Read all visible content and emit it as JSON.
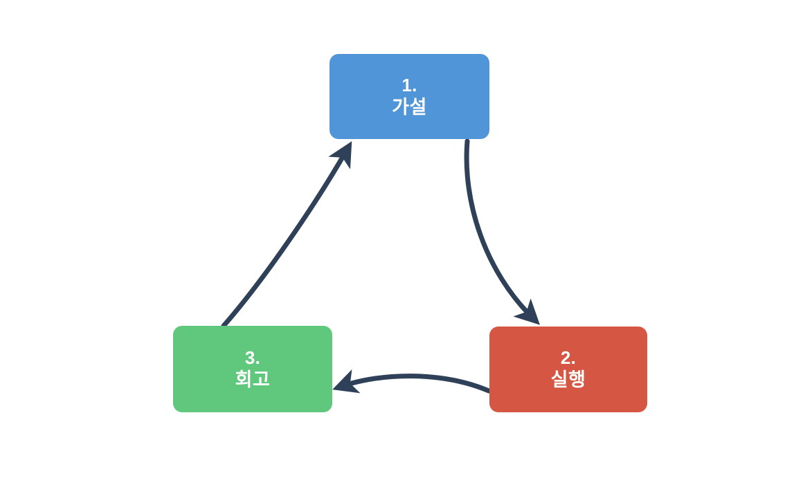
{
  "diagram": {
    "type": "cycle-flow",
    "background_color": "#ffffff",
    "arrow_color": "#2e4158",
    "nodes": [
      {
        "id": "hypothesis",
        "step": "1.",
        "label": "가설",
        "color": "#4f95d8",
        "text_color": "#ffffff"
      },
      {
        "id": "execution",
        "step": "2.",
        "label": "실행",
        "color": "#d45643",
        "text_color": "#ffffff"
      },
      {
        "id": "retrospective",
        "step": "3.",
        "label": "회고",
        "color": "#5fc87c",
        "text_color": "#ffffff"
      }
    ],
    "edges": [
      {
        "id": "hypothesis-to-execution",
        "from": "hypothesis",
        "to": "execution"
      },
      {
        "id": "execution-to-retrospective",
        "from": "execution",
        "to": "retrospective"
      },
      {
        "id": "retrospective-to-hypothesis",
        "from": "retrospective",
        "to": "hypothesis"
      }
    ]
  }
}
